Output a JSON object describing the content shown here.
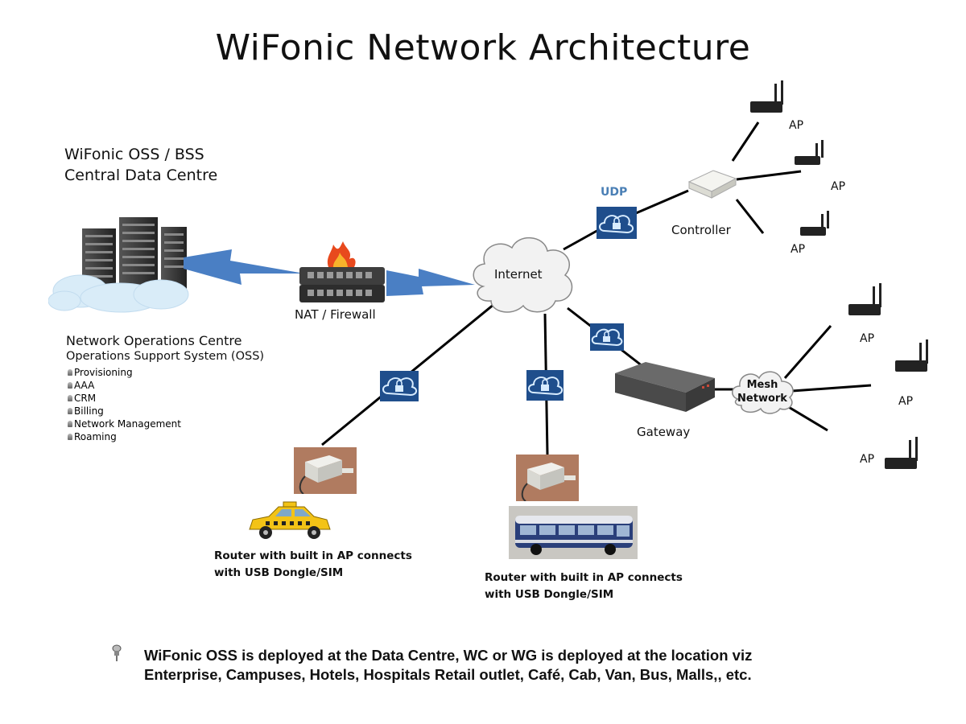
{
  "title": "WiFonic Network Architecture",
  "data_centre": {
    "line1": "WiFonic OSS / BSS",
    "line2": "Central Data Centre"
  },
  "noc": {
    "line1": "Network Operations Centre",
    "line2": "Operations Support System (OSS)",
    "services": [
      "Provisioning",
      "AAA",
      "CRM",
      "Billing",
      "Network Management",
      "Roaming"
    ]
  },
  "nodes": {
    "firewall": "NAT / Firewall",
    "internet": "Internet",
    "udp": "UDP",
    "controller": "Controller",
    "gateway": "Gateway",
    "mesh_line1": "Mesh",
    "mesh_line2": "Network"
  },
  "ap_label": "AP",
  "captions": {
    "cab_line1": "Router with built in AP connects",
    "cab_line2": "with USB Dongle/SIM",
    "bus_line1": "Router with built in AP connects",
    "bus_line2": "with USB Dongle/SIM"
  },
  "footer": {
    "line1": "WiFonic OSS is deployed at the Data Centre, WC or WG is deployed at the location viz",
    "line2": "Enterprise, Campuses, Hotels, Hospitals Retail outlet, Café, Cab, Van, Bus, Malls,, etc."
  },
  "colors": {
    "link_bolt": "#4a7fc4",
    "vpn_badge": "#1f4e8c",
    "udp_text": "#4a7fb5",
    "firewall_flame": "#e8491d"
  }
}
